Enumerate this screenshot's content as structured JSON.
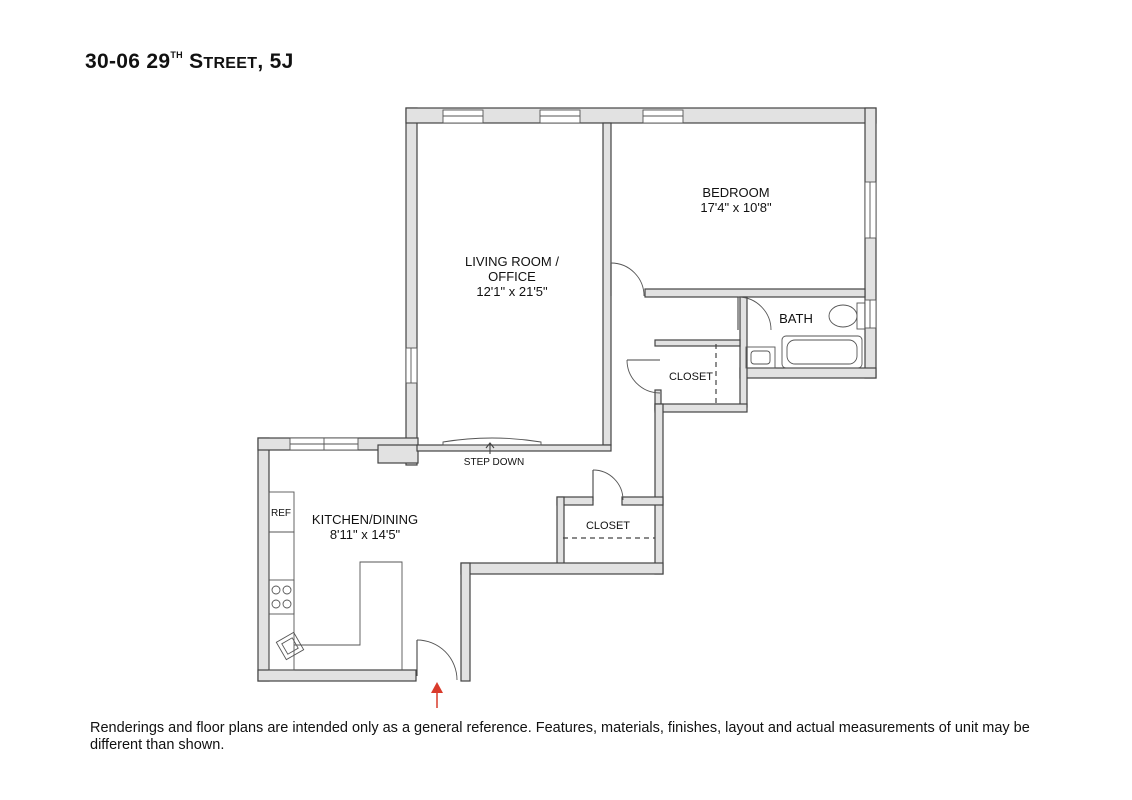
{
  "header": {
    "address_number": "30-06 29",
    "ordinal": "TH",
    "street_initial": "S",
    "street_rest": "TREET",
    "unit": ", 5J"
  },
  "rooms": {
    "living_room": {
      "name_line1": "LIVING ROOM /",
      "name_line2": "OFFICE",
      "dimensions": "12'1\" x 21'5\""
    },
    "bedroom": {
      "name": "BEDROOM",
      "dimensions": "17'4\" x 10'8\""
    },
    "bath": {
      "name": "BATH"
    },
    "closet_upper": {
      "name": "CLOSET"
    },
    "closet_lower": {
      "name": "CLOSET"
    },
    "kitchen": {
      "name": "KITCHEN/DINING",
      "dimensions": "8'11\" x 14'5\""
    }
  },
  "fixtures": {
    "refrigerator": "REF"
  },
  "annotations": {
    "step_down": "STEP DOWN",
    "entry_arrow_color": "#d93a2b"
  },
  "disclaimer": "Renderings and floor plans are intended only as a general reference. Features, materials, finishes, layout and actual measurements of unit may be different than shown."
}
